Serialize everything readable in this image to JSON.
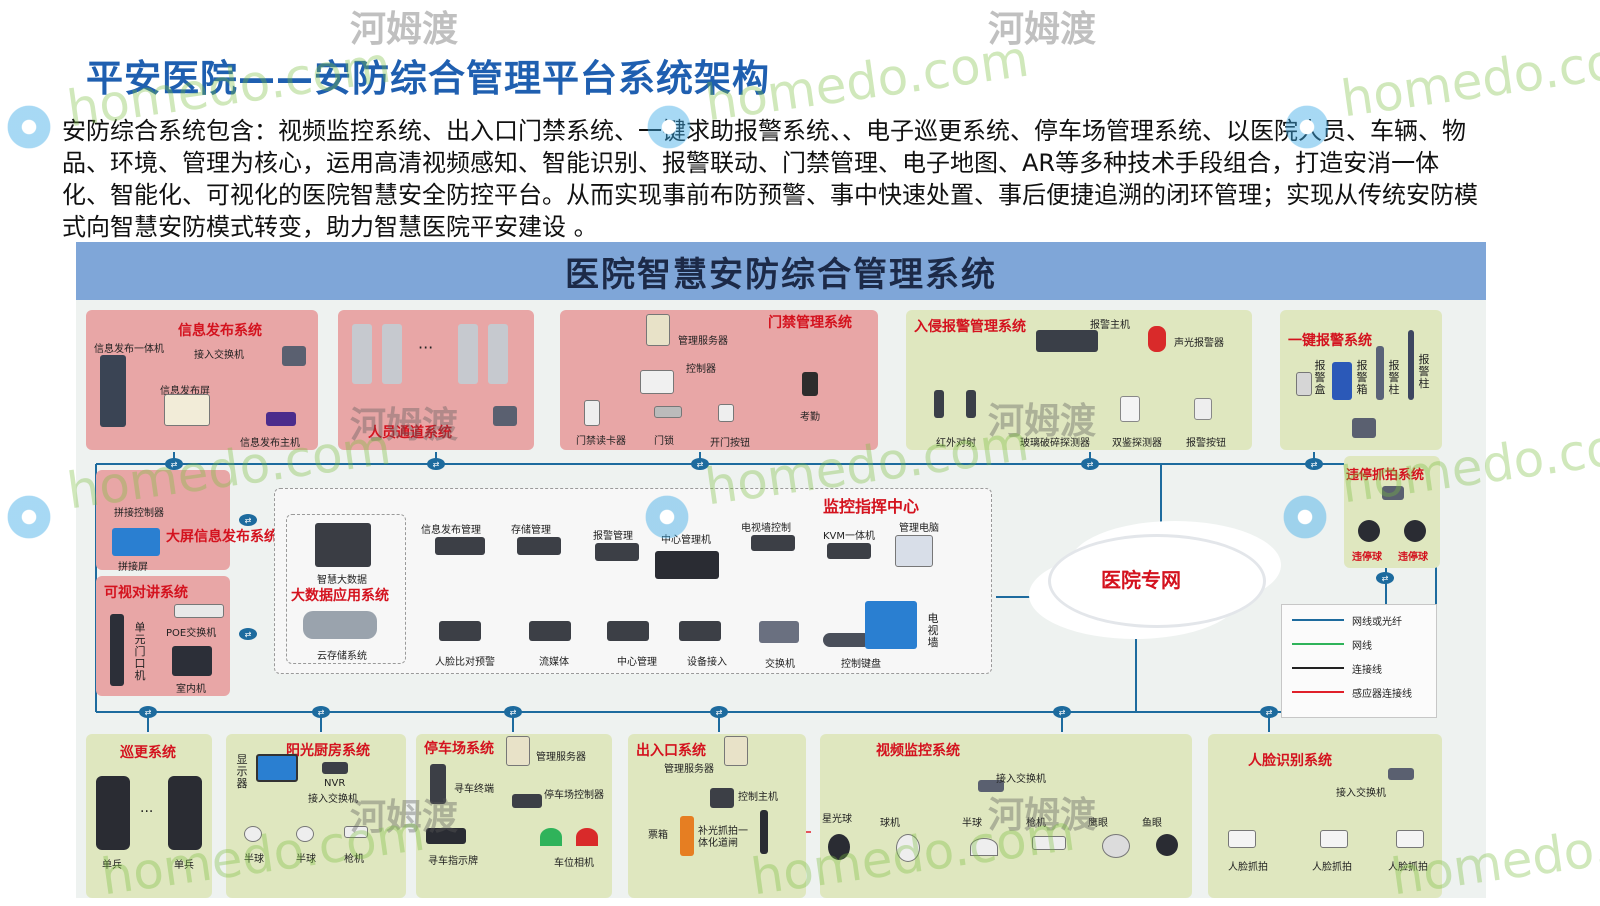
{
  "title": "平安医院——安防综合管理平台系统架构",
  "description": "安防综合系统包含：视频监控系统、出入口门禁系统、一键求助报警系统、、电子巡更系统、停车场管理系统、以医院人员、车辆、物品、环境、管理为核心，运用高清视频感知、智能识别、报警联动、门禁管理、电子地图、AR等多种技术手段组合，打造安消一体化、智能化、可视化的医院智慧安全防控平台。从而实现事前布防预警、事中快速处置、事后便捷追溯的闭环管理；实现从传统安防模式向智慧安防模式转变，助力智慧医院平安建设 。",
  "diagram": {
    "banner": "医院智慧安防综合管理系统",
    "network": "医院专网",
    "center": {
      "title": "监控指挥中心",
      "top_devices": [
        "信息发布管理",
        "存储管理",
        "报警管理",
        "中心管理机",
        "电视墙控制",
        "KVM一体机",
        "管理电脑"
      ],
      "bottom_devices": [
        "人脸比对预警",
        "流媒体",
        "中心管理",
        "设备接入",
        "交换机",
        "控制键盘"
      ],
      "tv_wall": "电视墙"
    },
    "bigdata": {
      "title": "大数据应用系统",
      "server": "智慧大数据",
      "storage": "云存储系统"
    },
    "info_release": {
      "title": "信息发布系统",
      "labels": [
        "信息发布一体机",
        "接入交换机",
        "信息发布屏",
        "信息发布主机"
      ]
    },
    "gate": {
      "label": "人员通道系统"
    },
    "access": {
      "title": "门禁管理系统",
      "labels": [
        "管理服务器",
        "控制器",
        "考勤",
        "门禁读卡器",
        "门锁",
        "开门按钮"
      ]
    },
    "intrusion": {
      "title": "入侵报警管理系统",
      "labels": [
        "报警主机",
        "声光报警器",
        "红外对射",
        "玻璃破碎探测器",
        "双鉴探测器",
        "报警按钮"
      ]
    },
    "emergency": {
      "title": "一键报警系统",
      "labels": [
        "报警盒",
        "报警箱",
        "报警柱",
        "报警柱"
      ]
    },
    "bigscreen": {
      "title": "大屏信息发布系统",
      "labels": [
        "拼接控制器",
        "拼接屏"
      ]
    },
    "intercom": {
      "title": "可视对讲系统",
      "labels": [
        "POE交换机",
        "单元门口机",
        "室内机"
      ]
    },
    "violation": {
      "title": "违停抓拍系统",
      "labels": [
        "违停球",
        "违停球"
      ]
    },
    "legend": [
      "网线或光纤",
      "网线",
      "连接线",
      "感应器连接线"
    ],
    "patrol": {
      "title": "巡更系统",
      "labels": [
        "单兵",
        "单兵"
      ]
    },
    "kitchen": {
      "title": "阳光厨房系统",
      "labels": [
        "显示器",
        "NVR",
        "接入交换机",
        "半球",
        "半球",
        "枪机"
      ]
    },
    "parking": {
      "title": "停车场系统",
      "labels": [
        "管理服务器",
        "寻车终端",
        "停车场控制器",
        "寻车指示牌",
        "车位相机"
      ]
    },
    "entrance": {
      "title": "出入口系统",
      "labels": [
        "管理服务器",
        "控制主机",
        "票箱",
        "补光抓拍一体化道闸"
      ]
    },
    "video": {
      "title": "视频监控系统",
      "labels": [
        "接入交换机",
        "星光球",
        "球机",
        "半球",
        "枪机",
        "鹰眼",
        "鱼眼"
      ]
    },
    "face": {
      "title": "人脸识别系统",
      "labels": [
        "接入交换机",
        "人脸抓拍",
        "人脸抓拍",
        "人脸抓拍"
      ]
    }
  },
  "watermarks": {
    "cn": "河姆渡",
    "en": "homedo.com"
  },
  "colors": {
    "title": "#1f5fb0",
    "banner": "#7fa6d8",
    "pink_panel": "#e8a6a6",
    "green_panel": "#dfe7bf",
    "red_text": "#d4121e",
    "fiber_line": "#1d6b9e",
    "net_line": "#2fb35a",
    "sensor_line": "#e0202a"
  }
}
